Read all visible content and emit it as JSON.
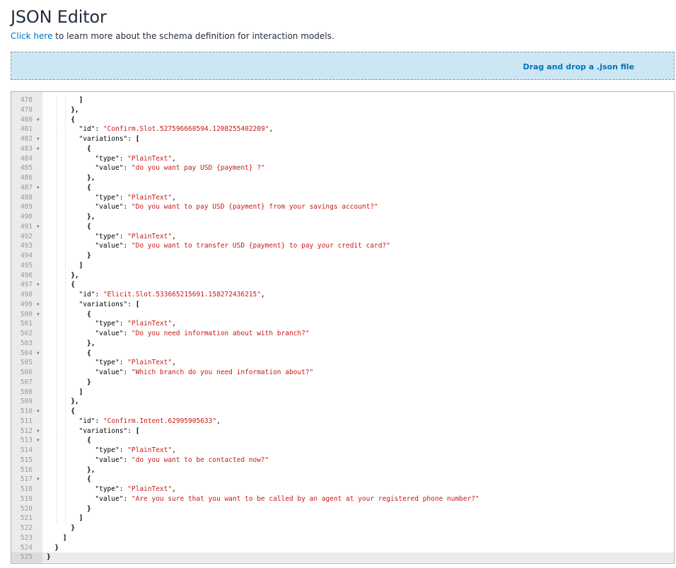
{
  "header": {
    "title": "JSON Editor",
    "link_text": "Click here",
    "description": " to learn more about the schema definition for interaction models."
  },
  "dropzone": {
    "label": "Drag and drop a .json file"
  },
  "editor": {
    "first_line": 478,
    "active_line": 525,
    "lines": [
      {
        "n": "478",
        "f": false,
        "i": 6,
        "t": "]"
      },
      {
        "n": "479",
        "f": false,
        "i": 5,
        "t": "},"
      },
      {
        "n": "480",
        "f": true,
        "i": 5,
        "t": "{"
      },
      {
        "n": "481",
        "f": false,
        "i": 6,
        "k": "\"id\"",
        "v": "\"Confirm.Slot.527596660594.1208255402209\"",
        "e": ","
      },
      {
        "n": "482",
        "f": true,
        "i": 6,
        "k": "\"variations\"",
        "e": "["
      },
      {
        "n": "483",
        "f": true,
        "i": 7,
        "t": "{"
      },
      {
        "n": "484",
        "f": false,
        "i": 8,
        "k": "\"type\"",
        "v": "\"PlainText\"",
        "e": ","
      },
      {
        "n": "485",
        "f": false,
        "i": 8,
        "k": "\"value\"",
        "v": "\"do you want pay USD {payment} ?\"",
        "e": ""
      },
      {
        "n": "486",
        "f": false,
        "i": 7,
        "t": "},"
      },
      {
        "n": "487",
        "f": true,
        "i": 7,
        "t": "{"
      },
      {
        "n": "488",
        "f": false,
        "i": 8,
        "k": "\"type\"",
        "v": "\"PlainText\"",
        "e": ","
      },
      {
        "n": "489",
        "f": false,
        "i": 8,
        "k": "\"value\"",
        "v": "\"Do you want to pay USD {payment} from your savings account?\"",
        "e": ""
      },
      {
        "n": "490",
        "f": false,
        "i": 7,
        "t": "},"
      },
      {
        "n": "491",
        "f": true,
        "i": 7,
        "t": "{"
      },
      {
        "n": "492",
        "f": false,
        "i": 8,
        "k": "\"type\"",
        "v": "\"PlainText\"",
        "e": ","
      },
      {
        "n": "493",
        "f": false,
        "i": 8,
        "k": "\"value\"",
        "v": "\"Do you want to transfer USD {payment} to pay your credit card?\"",
        "e": ""
      },
      {
        "n": "494",
        "f": false,
        "i": 7,
        "t": "}"
      },
      {
        "n": "495",
        "f": false,
        "i": 6,
        "t": "]"
      },
      {
        "n": "496",
        "f": false,
        "i": 5,
        "t": "},"
      },
      {
        "n": "497",
        "f": true,
        "i": 5,
        "t": "{"
      },
      {
        "n": "498",
        "f": false,
        "i": 6,
        "k": "\"id\"",
        "v": "\"Elicit.Slot.533665215691.158272436215\"",
        "e": ","
      },
      {
        "n": "499",
        "f": true,
        "i": 6,
        "k": "\"variations\"",
        "e": "["
      },
      {
        "n": "500",
        "f": true,
        "i": 7,
        "t": "{"
      },
      {
        "n": "501",
        "f": false,
        "i": 8,
        "k": "\"type\"",
        "v": "\"PlainText\"",
        "e": ","
      },
      {
        "n": "502",
        "f": false,
        "i": 8,
        "k": "\"value\"",
        "v": "\"Do you need information about with branch?\"",
        "e": ""
      },
      {
        "n": "503",
        "f": false,
        "i": 7,
        "t": "},"
      },
      {
        "n": "504",
        "f": true,
        "i": 7,
        "t": "{"
      },
      {
        "n": "505",
        "f": false,
        "i": 8,
        "k": "\"type\"",
        "v": "\"PlainText\"",
        "e": ","
      },
      {
        "n": "506",
        "f": false,
        "i": 8,
        "k": "\"value\"",
        "v": "\"Which branch do you need information about?\"",
        "e": ""
      },
      {
        "n": "507",
        "f": false,
        "i": 7,
        "t": "}"
      },
      {
        "n": "508",
        "f": false,
        "i": 6,
        "t": "]"
      },
      {
        "n": "509",
        "f": false,
        "i": 5,
        "t": "},"
      },
      {
        "n": "510",
        "f": true,
        "i": 5,
        "t": "{"
      },
      {
        "n": "511",
        "f": false,
        "i": 6,
        "k": "\"id\"",
        "v": "\"Confirm.Intent.62995905633\"",
        "e": ","
      },
      {
        "n": "512",
        "f": true,
        "i": 6,
        "k": "\"variations\"",
        "e": "["
      },
      {
        "n": "513",
        "f": true,
        "i": 7,
        "t": "{"
      },
      {
        "n": "514",
        "f": false,
        "i": 8,
        "k": "\"type\"",
        "v": "\"PlainText\"",
        "e": ","
      },
      {
        "n": "515",
        "f": false,
        "i": 8,
        "k": "\"value\"",
        "v": "\"do you want to be contacted now?\"",
        "e": ""
      },
      {
        "n": "516",
        "f": false,
        "i": 7,
        "t": "},"
      },
      {
        "n": "517",
        "f": true,
        "i": 7,
        "t": "{"
      },
      {
        "n": "518",
        "f": false,
        "i": 8,
        "k": "\"type\"",
        "v": "\"PlainText\"",
        "e": ","
      },
      {
        "n": "519",
        "f": false,
        "i": 8,
        "k": "\"value\"",
        "v": "\"Are you sure that you want to be called by an agent at your registered phone number?\"",
        "e": ""
      },
      {
        "n": "520",
        "f": false,
        "i": 7,
        "t": "}"
      },
      {
        "n": "521",
        "f": false,
        "i": 6,
        "t": "]"
      },
      {
        "n": "522",
        "f": false,
        "i": 5,
        "t": "}"
      },
      {
        "n": "523",
        "f": false,
        "i": 4,
        "t": "]"
      },
      {
        "n": "524",
        "f": false,
        "i": 3,
        "t": "}"
      },
      {
        "n": "525",
        "f": false,
        "i": 2,
        "t": "}"
      }
    ]
  }
}
